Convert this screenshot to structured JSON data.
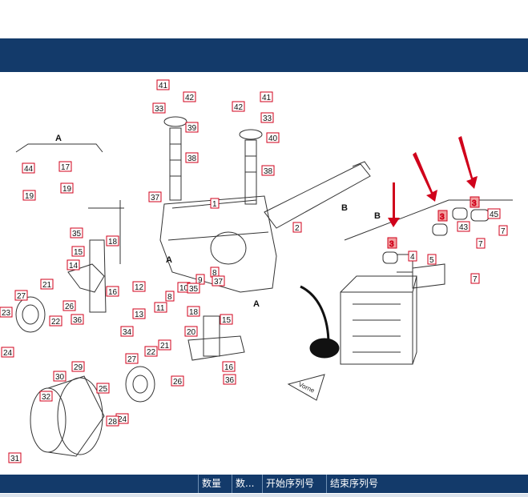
{
  "diagram": {
    "callouts": [
      "1",
      "2",
      "3",
      "4",
      "5",
      "7",
      "8",
      "9",
      "10",
      "11",
      "12",
      "13",
      "14",
      "15",
      "16",
      "17",
      "18",
      "19",
      "20",
      "21",
      "22",
      "23",
      "24",
      "25",
      "26",
      "27",
      "28",
      "29",
      "30",
      "31",
      "32",
      "33",
      "34",
      "35",
      "36",
      "37",
      "38",
      "39",
      "40",
      "41",
      "42",
      "43",
      "44",
      "45"
    ],
    "view_labels": {
      "A_top": "A",
      "A_left": "A",
      "A_right": "A",
      "B_top": "B",
      "B_right": "B"
    },
    "arrow_text": "Vorne"
  },
  "table": {
    "columns": [
      "数量",
      "数...",
      "开始序列号",
      "结束序列号"
    ]
  },
  "colors": {
    "header_bg": "#133a6a",
    "callout_red": "#d0021b",
    "highlight": "#f2a0a0"
  }
}
